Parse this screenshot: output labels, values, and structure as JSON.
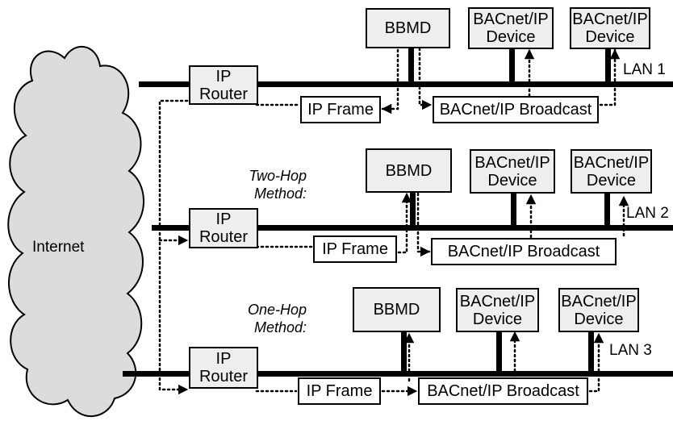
{
  "cloud": {
    "label": "Internet"
  },
  "labels": {
    "router": "IP Router",
    "bbmd": "BBMD",
    "device_line1": "BACnet/IP",
    "device_line2": "Device",
    "ip_frame": "IP Frame",
    "broadcast": "BACnet/IP Broadcast"
  },
  "lans": [
    {
      "name": "LAN 1",
      "method_line1": "",
      "method_line2": ""
    },
    {
      "name": "LAN 2",
      "method_line1": "Two-Hop",
      "method_line2": "Method:"
    },
    {
      "name": "LAN 3",
      "method_line1": "One-Hop",
      "method_line2": "Method:"
    }
  ],
  "colors": {
    "box_fill": "#eeeeee",
    "cloud_fill": "#dcdcdc",
    "line": "#000000"
  }
}
